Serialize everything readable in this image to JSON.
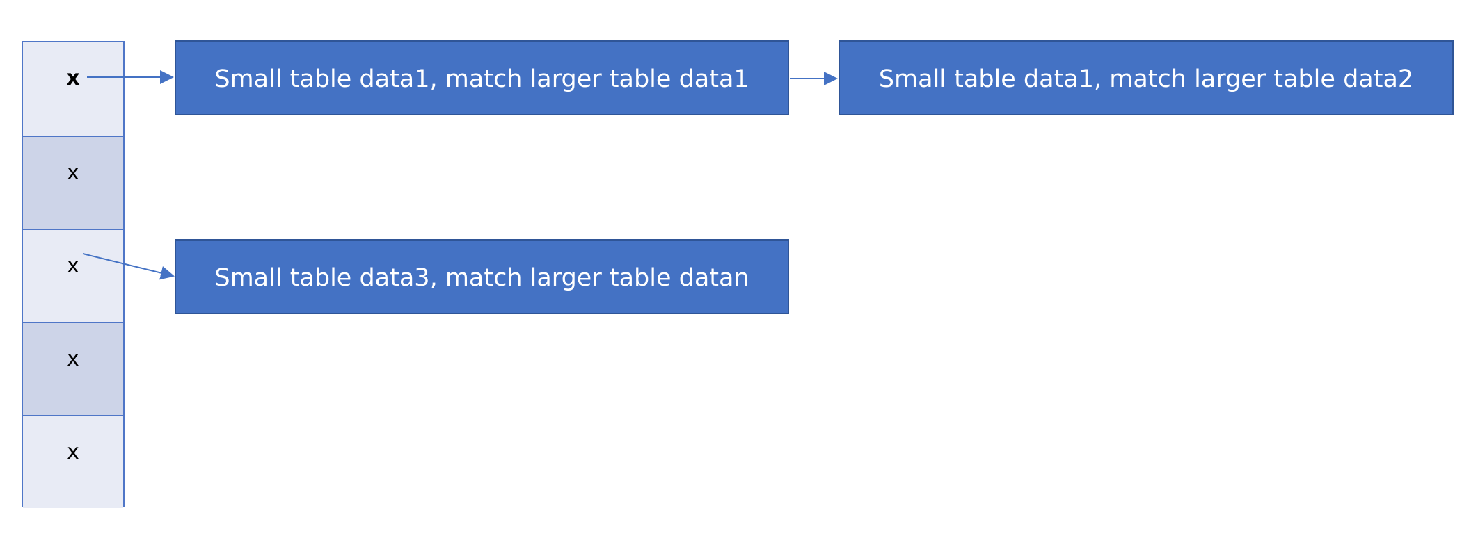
{
  "left_table": {
    "cells": [
      {
        "label": "x"
      },
      {
        "label": "x"
      },
      {
        "label": "x"
      },
      {
        "label": "x"
      },
      {
        "label": "x"
      }
    ]
  },
  "boxes": {
    "box1": "Small table data1, match larger table data1",
    "box2": "Small table data1, match larger table data2",
    "box3": "Small table data3, match larger table datan"
  },
  "colors": {
    "box_fill": "#4472c4",
    "table_border": "#4f76c7",
    "light_cell": "#e8ebf5",
    "dark_cell": "#cdd4e8"
  }
}
